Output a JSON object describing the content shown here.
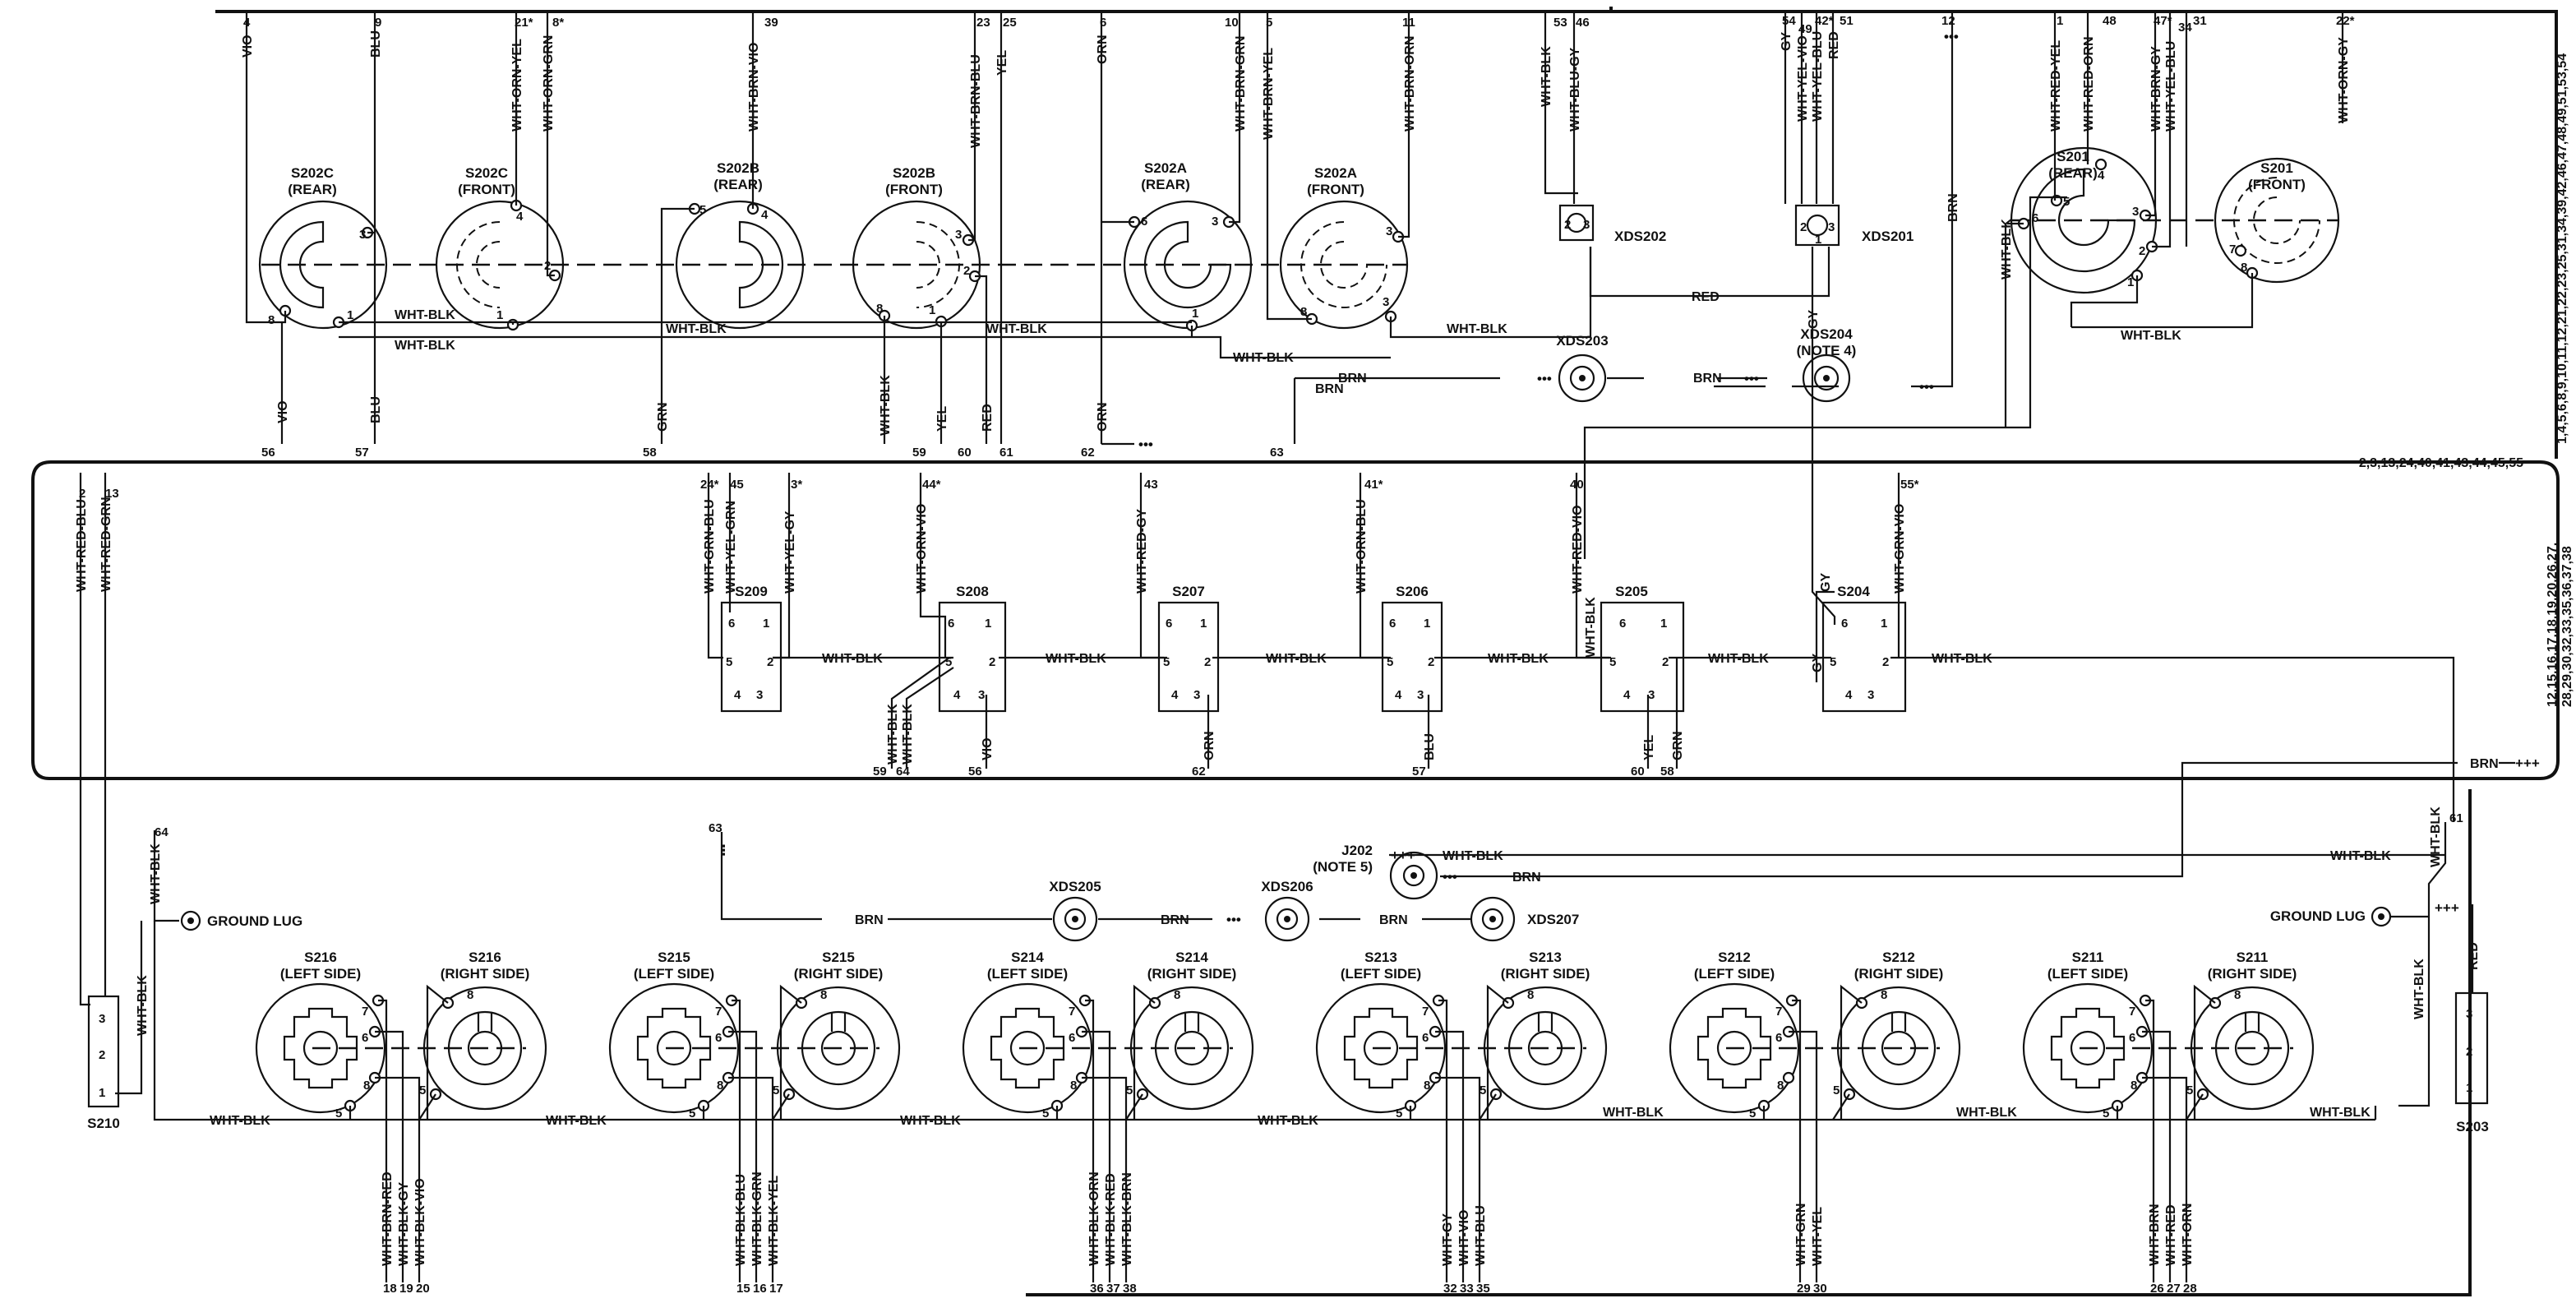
{
  "edge_labels": {
    "top_right": "1,4,5,6,8,9,10,11,12,21,22,23,25,31,34,39,42,46,47,48,49,51,53,54",
    "mid_right_top": "2,3,13,24,40,41,43,44,45,55",
    "mid_right_side_1": "12,15,16,17,18,19,20,26,27,",
    "mid_right_side_2": "28,29,30,32,33,35,36,37,38"
  },
  "top_switches": [
    {
      "name": "S202C",
      "sub": "(REAR)"
    },
    {
      "name": "S202C",
      "sub": "(FRONT)"
    },
    {
      "name": "S202B",
      "sub": "(REAR)"
    },
    {
      "name": "S202B",
      "sub": "(FRONT)"
    },
    {
      "name": "S202A",
      "sub": "(REAR)"
    },
    {
      "name": "S202A",
      "sub": "(FRONT)"
    },
    {
      "name": "S201",
      "sub": "(REAR)"
    },
    {
      "name": "S201",
      "sub": "(FRONT)"
    }
  ],
  "top_wires": [
    "VIO",
    "BLU",
    "WHT-ORN-YEL",
    "WHT-ORN-GRN",
    "WHT-BRN-VIO",
    "WHT-BRN-BLU",
    "YEL",
    "ORN",
    "WHT-BRN-GRN",
    "WHT-BRN-YEL",
    "WHT-BRN-ORN",
    "WHT-BLK",
    "WHT-BLU-GY",
    "GY",
    "WHT-YEL-VIO",
    "WHT-YEL-BLU",
    "RED",
    "WHT-RED-YEL",
    "WHT-RED-ORN",
    "WHT-BRN-GY",
    "WHT-YEL-BLU",
    "WHT-BLK",
    "WHT-ORN-GY"
  ],
  "top_numbers": [
    "4",
    "9",
    "21*",
    "8*",
    "39",
    "23",
    "25",
    "6",
    "10",
    "5",
    "11",
    "53",
    "46",
    "54",
    "49",
    "42*",
    "51",
    "12",
    "1",
    "48",
    "47*",
    "34",
    "31",
    "22*"
  ],
  "top_bottom_numbers": [
    "56",
    "57",
    "58",
    "59",
    "60",
    "61",
    "62",
    "63"
  ],
  "top_bottom_wires": [
    "VIO",
    "BLU",
    "GRN",
    "WHT-BLK",
    "YEL",
    "RED",
    "ORN",
    "BRN"
  ],
  "lamps": [
    {
      "name": "XDS202"
    },
    {
      "name": "XDS201"
    },
    {
      "name": "XDS203"
    },
    {
      "name": "XDS204",
      "note": "(NOTE 4)"
    },
    {
      "name": "XDS205"
    },
    {
      "name": "XDS206"
    },
    {
      "name": "XDS207"
    },
    {
      "name": "J202",
      "note": "(NOTE 5)"
    }
  ],
  "mid_switches": [
    "S209",
    "S208",
    "S207",
    "S206",
    "S205",
    "S204"
  ],
  "mid_top_numbers": [
    "24*",
    "45",
    "3*",
    "44*",
    "43",
    "41*",
    "40",
    "55*"
  ],
  "mid_top_wires": [
    "WHT-GRN-BLU",
    "WHT-YEL-GRN",
    "WHT-YEL-GY",
    "WHT-ORN-VIO",
    "WHT-RED-GY",
    "WHT-ORN-BLU",
    "WHT-RED-VIO",
    "WHT-GRN-VIO",
    "GY"
  ],
  "mid_bottom_wires": [
    "WHT-BLK",
    "WHT-BLK",
    "VIO",
    "ORN",
    "BLU",
    "YEL",
    "GRN"
  ],
  "mid_bottom_numbers": [
    "59",
    "64",
    "56",
    "62",
    "57",
    "60",
    "58"
  ],
  "left_wires": [
    "WHT-RED-BLU",
    "WHT-RED-GRN",
    "WHT-BLK",
    "WHT-BLK"
  ],
  "left_numbers": [
    "2",
    "13",
    "64"
  ],
  "common": {
    "wht_blk": "WHT-BLK",
    "brn": "BRN",
    "red": "RED",
    "gy": "GY",
    "ground_lug": "GROUND LUG"
  },
  "bottom_switches": [
    {
      "name": "S216",
      "left": "(LEFT SIDE)",
      "right": "(RIGHT SIDE)",
      "wires": [
        "WHT-BRN-RED",
        "WHT-BLK-GY",
        "WHT-BLK-VIO"
      ],
      "nums": [
        "18",
        "19",
        "20"
      ]
    },
    {
      "name": "S215",
      "left": "(LEFT SIDE)",
      "right": "(RIGHT SIDE)",
      "wires": [
        "WHT-BLK-BLU",
        "WHT-BLK-GRN",
        "WHT-BLK-YEL"
      ],
      "nums": [
        "15",
        "16",
        "17"
      ]
    },
    {
      "name": "S214",
      "left": "(LEFT SIDE)",
      "right": "(RIGHT SIDE)",
      "wires": [
        "WHT-BLK-ORN",
        "WHT-BLK-RED",
        "WHT-BLK-BRN"
      ],
      "nums": [
        "36",
        "37",
        "38"
      ]
    },
    {
      "name": "S213",
      "left": "(LEFT SIDE)",
      "right": "(RIGHT SIDE)",
      "wires": [
        "WHT-GY",
        "WHT-VIO",
        "WHT-BLU"
      ],
      "nums": [
        "32",
        "33",
        "35"
      ]
    },
    {
      "name": "S212",
      "left": "(LEFT SIDE)",
      "right": "(RIGHT SIDE)",
      "wires": [
        "WHT-GRN",
        "WHT-YEL"
      ],
      "nums": [
        "29",
        "30"
      ]
    },
    {
      "name": "S211",
      "left": "(LEFT SIDE)",
      "right": "(RIGHT SIDE)",
      "wires": [
        "WHT-BRN",
        "WHT-RED",
        "WHT-ORN"
      ],
      "nums": [
        "26",
        "27",
        "28"
      ]
    }
  ],
  "side_switches": [
    "S210",
    "S203"
  ],
  "misc_numbers": [
    "63",
    "61"
  ]
}
